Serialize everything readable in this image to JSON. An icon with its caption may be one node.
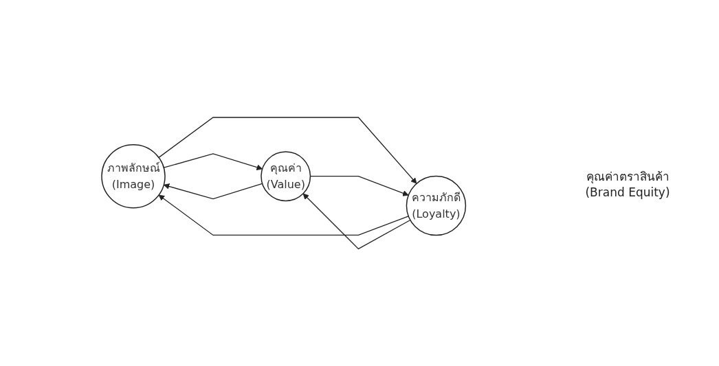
{
  "diagram": {
    "nodes": [
      {
        "text": [
          "ภาพลักษณ์",
          "(Image)"
        ]
      },
      {
        "text": [
          "คุณค่า",
          "(Value)"
        ]
      },
      {
        "text": [
          "ความภักดี",
          "(Loyalty)"
        ]
      }
    ],
    "edges": [
      {
        "from": 0,
        "to": 1,
        "arrow": "to"
      },
      {
        "from": 1,
        "to": 0,
        "arrow": "to"
      },
      {
        "from": 2,
        "to": 0,
        "arrow": "to"
      },
      {
        "from": 0,
        "to": 2,
        "arrow": "to"
      },
      {
        "from": 1,
        "to": 2,
        "arrow": "to"
      },
      {
        "from": 2,
        "to": 1,
        "arrow": "to"
      }
    ],
    "labels": [
      "คุณค่าตราสินค้า (Brand Equity)"
    ]
  }
}
